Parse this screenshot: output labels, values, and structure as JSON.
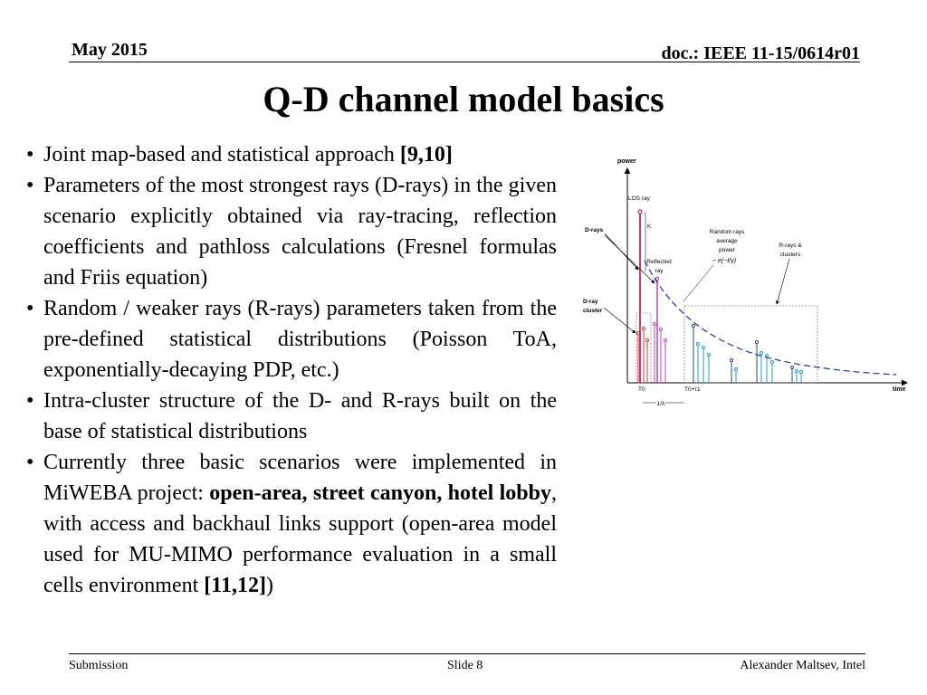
{
  "header": {
    "date": "May 2015",
    "doc": "doc.: IEEE 11-15/0614r01"
  },
  "title": "Q-D channel model basics",
  "bullets": [
    {
      "parts": [
        "Joint map-based and statistical approach ",
        "[9,10]"
      ]
    },
    {
      "parts": [
        "Parameters of the most strongest rays (D-rays) in the given scenario explicitly obtained via ray-tracing, reflection coefficients and pathloss calculations (Fresnel formulas and Friis equation)"
      ]
    },
    {
      "parts": [
        "Random / weaker rays (R-rays) parameters taken from the pre-defined statistical distributions (Poisson ToA, exponentially-decaying PDP, etc.)"
      ]
    },
    {
      "parts": [
        "Intra-cluster structure of the D- and R-rays built on the base of statistical distributions"
      ]
    },
    {
      "parts": [
        "Currently three basic scenarios were implemented in MiWEBA project: ",
        "open-area, street canyon, hotel lobby",
        ", with access and backhaul links support (open-area model used for MU-MIMO performance evaluation in a small cells environment ",
        "[11,12]",
        ")"
      ]
    }
  ],
  "diagram": {
    "power": "power",
    "time": "time",
    "los_ray": "LOS ray",
    "k": "K",
    "d_rays": "D-rays",
    "random_avg_1": "Random rays",
    "random_avg_2": "average",
    "random_avg_3": "power",
    "formula": "~ e(−t/γ)",
    "r_rays_1": "R-rays &",
    "r_rays_2": "clusters",
    "reflected_1": "Reflected",
    "reflected_2": "ray",
    "dray_cluster_1": "D-ray",
    "dray_cluster_2": "cluster",
    "t0": "T0",
    "t0t1": "T0+τ1",
    "lambda": "1/λ"
  },
  "footer": {
    "left": "Submission",
    "mid": "Slide 8",
    "right": "Alexander Maltsev, Intel"
  }
}
